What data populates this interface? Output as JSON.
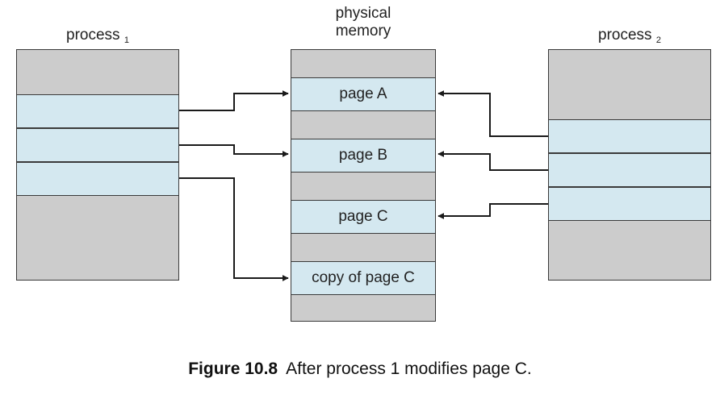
{
  "labels": {
    "process1_text": "process",
    "process1_sub": "1",
    "physical_line1": "physical",
    "physical_line2": "memory",
    "process2_text": "process",
    "process2_sub": "2"
  },
  "physical_memory": {
    "pages": [
      "page A",
      "page B",
      "page C",
      "copy of page C"
    ]
  },
  "caption": {
    "figure": "Figure 10.8",
    "text": "After process 1 modifies page C."
  },
  "colors": {
    "gray_block": "#cccccc",
    "page_blue": "#d4e8f0",
    "line": "#1a1a1a"
  }
}
